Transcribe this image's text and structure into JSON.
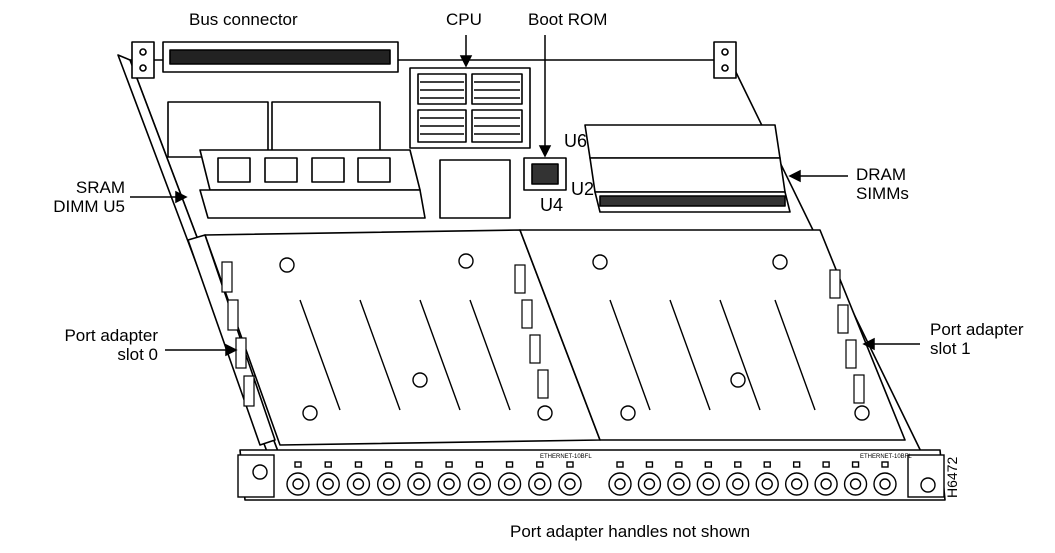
{
  "labels": {
    "bus_connector": "Bus connector",
    "cpu": "CPU",
    "boot_rom": "Boot ROM",
    "u6": "U6",
    "u2": "U2",
    "u4": "U4",
    "dram_line1": "DRAM",
    "dram_line2": "SIMMs",
    "sram_line1": "SRAM",
    "sram_line2": "DIMM U5",
    "pa0_line1": "Port adapter",
    "pa0_line2": "slot 0",
    "pa1_line1": "Port adapter",
    "pa1_line2": "slot 1",
    "caption": "Port adapter handles not shown",
    "figure_id": "H6472",
    "faceplate_text": "ETHERNET-10BFL"
  },
  "ports": {
    "per_adapter": 10
  }
}
